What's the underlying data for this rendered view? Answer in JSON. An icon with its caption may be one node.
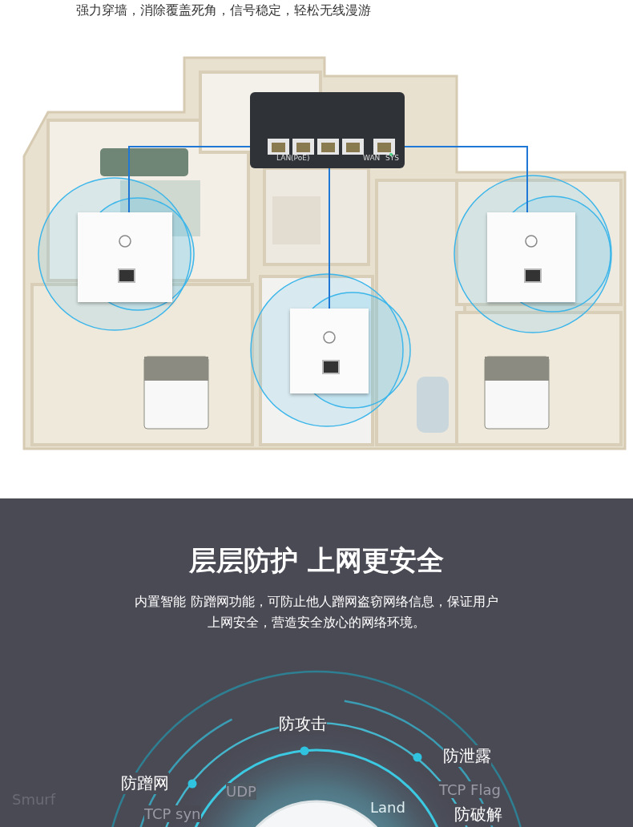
{
  "diagram": {
    "title": "层层防护 上网更安全",
    "nodes": [
      {
        "text": [],
        "shape": "picture"
      },
      {
        "text": [],
        "shape": "picture"
      },
      {
        "text": [],
        "shape": "picture"
      },
      {
        "text": [],
        "shape": "picture"
      }
    ],
    "edges": [
      {
        "from": 0,
        "to": 1,
        "arrow": "none"
      },
      {
        "from": 0,
        "to": 2,
        "arrow": "none"
      },
      {
        "from": 0,
        "to": 3,
        "arrow": "none"
      }
    ],
    "labels": [
      "强力穿墙，消除覆盖死角，信号稳定，轻松无线漫游",
      "LAN(PoE)",
      "WAN",
      "SYS",
      "内置智能 防蹭网功能，可防止他人蹭网盗窃网络信息，保证用户上网安全，营造安全放心的网络环境。",
      "防攻击",
      "防泄露",
      "防蹭网",
      "Smurf",
      "UDP",
      "TCP Flag",
      "Land",
      "防破解",
      "TCP syn"
    ]
  }
}
